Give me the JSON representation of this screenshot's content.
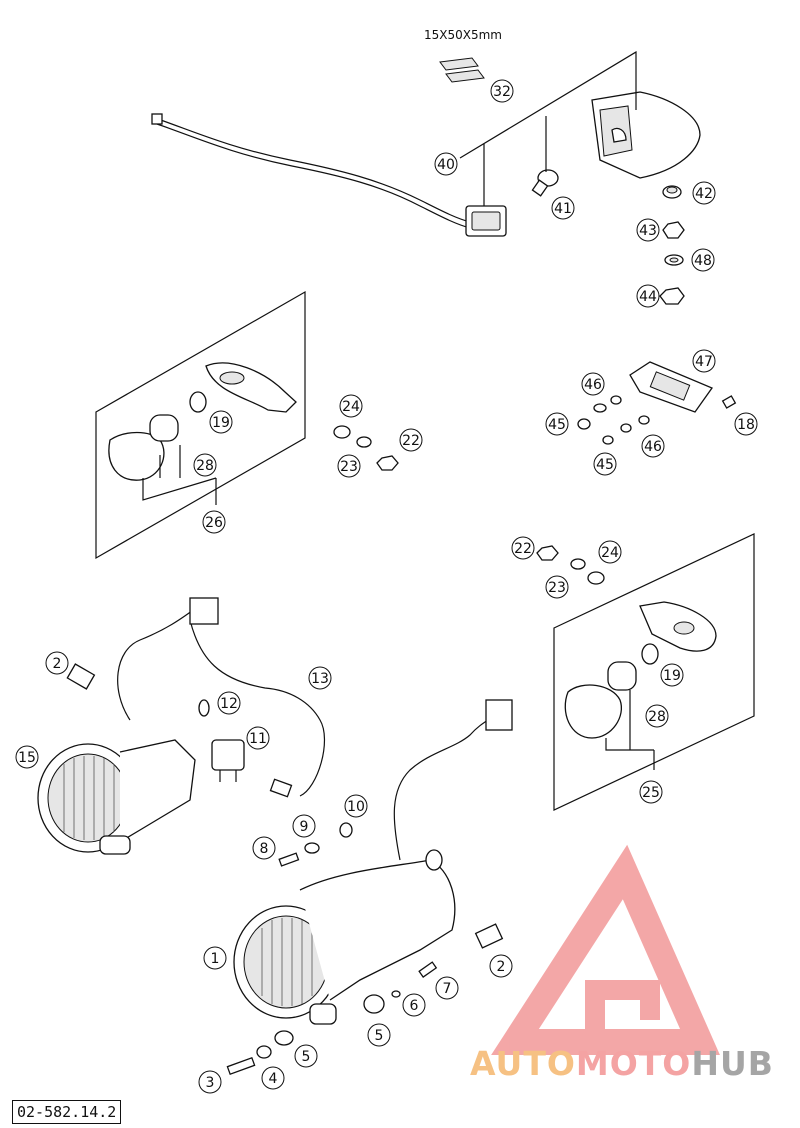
{
  "dimension_label": "15X50X5mm",
  "drawing_code": "02-582.14.2",
  "watermark": {
    "parts": [
      "AUTO",
      "MOTO",
      "HUB"
    ],
    "colors": [
      "#f6c183",
      "#f4a3a3",
      "#a5a5a5"
    ],
    "logo_color": "#f08a8a"
  },
  "callouts": [
    {
      "id": "c32",
      "label": "32"
    },
    {
      "id": "c40",
      "label": "40"
    },
    {
      "id": "c41",
      "label": "41"
    },
    {
      "id": "c42",
      "label": "42"
    },
    {
      "id": "c43",
      "label": "43"
    },
    {
      "id": "c48",
      "label": "48"
    },
    {
      "id": "c44",
      "label": "44"
    },
    {
      "id": "c19a",
      "label": "19"
    },
    {
      "id": "c28a",
      "label": "28"
    },
    {
      "id": "c26",
      "label": "26"
    },
    {
      "id": "c24a",
      "label": "24"
    },
    {
      "id": "c22a",
      "label": "22"
    },
    {
      "id": "c23a",
      "label": "23"
    },
    {
      "id": "c47",
      "label": "47"
    },
    {
      "id": "c46a",
      "label": "46"
    },
    {
      "id": "c45a",
      "label": "45"
    },
    {
      "id": "c18",
      "label": "18"
    },
    {
      "id": "c45b",
      "label": "45"
    },
    {
      "id": "c46b",
      "label": "46"
    },
    {
      "id": "c22b",
      "label": "22"
    },
    {
      "id": "c24b",
      "label": "24"
    },
    {
      "id": "c23b",
      "label": "23"
    },
    {
      "id": "c19b",
      "label": "19"
    },
    {
      "id": "c28b",
      "label": "28"
    },
    {
      "id": "c25",
      "label": "25"
    },
    {
      "id": "c2a",
      "label": "2"
    },
    {
      "id": "c12",
      "label": "12"
    },
    {
      "id": "c13",
      "label": "13"
    },
    {
      "id": "c11",
      "label": "11"
    },
    {
      "id": "c15",
      "label": "15"
    },
    {
      "id": "c10",
      "label": "10"
    },
    {
      "id": "c9",
      "label": "9"
    },
    {
      "id": "c8",
      "label": "8"
    },
    {
      "id": "c1",
      "label": "1"
    },
    {
      "id": "c2b",
      "label": "2"
    },
    {
      "id": "c7",
      "label": "7"
    },
    {
      "id": "c6",
      "label": "6"
    },
    {
      "id": "c5a",
      "label": "5"
    },
    {
      "id": "c5b",
      "label": "5"
    },
    {
      "id": "c4",
      "label": "4"
    },
    {
      "id": "c3",
      "label": "3"
    }
  ]
}
